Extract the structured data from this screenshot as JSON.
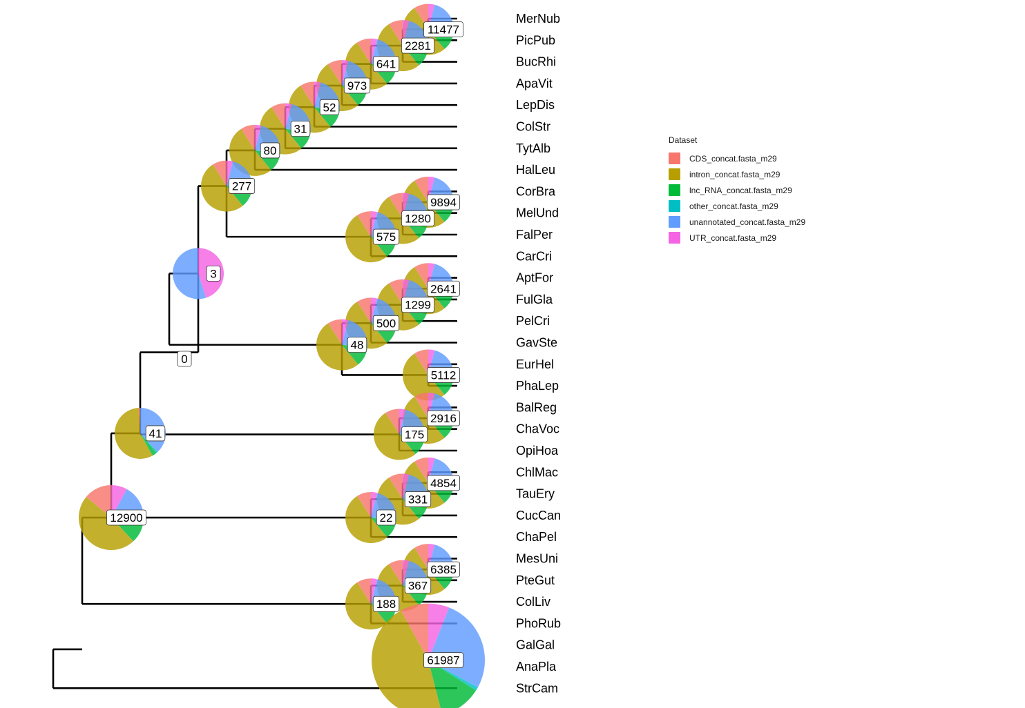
{
  "legend": {
    "title": "Dataset",
    "items": [
      {
        "label": "CDS_concat.fasta_m29",
        "color": "#F8766D"
      },
      {
        "label": "intron_concat.fasta_m29",
        "color": "#B79F00"
      },
      {
        "label": "lnc_RNA_concat.fasta_m29",
        "color": "#00BA38"
      },
      {
        "label": "other_concat.fasta_m29",
        "color": "#00BFC4"
      },
      {
        "label": "unannotated_concat.fasta_m29",
        "color": "#619CFF"
      },
      {
        "label": "UTR_concat.fasta_m29",
        "color": "#F564E3"
      }
    ]
  },
  "tips": [
    "MerNub",
    "PicPub",
    "BucRhi",
    "ApaVit",
    "LepDis",
    "ColStr",
    "TytAlb",
    "HalLeu",
    "CorBra",
    "MelUnd",
    "FalPer",
    "CarCri",
    "AptFor",
    "FulGla",
    "PelCri",
    "GavSte",
    "EurHel",
    "PhaLep",
    "BalReg",
    "ChaVoc",
    "OpiHoa",
    "ChlMac",
    "TauEry",
    "CucCan",
    "ChaPel",
    "MesUni",
    "PteGut",
    "ColLiv",
    "PhoRub",
    "GalGal",
    "AnaPla",
    "StrCam"
  ],
  "node_labels": {
    "n1": "11477",
    "n2": "2281",
    "n3": "641",
    "n4": "973",
    "n5": "52",
    "n6": "31",
    "n7": "80",
    "n8": "277",
    "n9": "9894",
    "n10": "1280",
    "n11": "575",
    "n12": "3",
    "n13": "2641",
    "n14": "1299",
    "n15": "500",
    "n16": "48",
    "n17": "5112",
    "n18": "0",
    "n19": "2916",
    "n20": "175",
    "n21": "41",
    "n22": "4854",
    "n23": "331",
    "n24": "22",
    "n25": "12900",
    "n26": "6385",
    "n27": "367",
    "n28": "188",
    "n29": "61987"
  },
  "pie_fractions_order": [
    "CDS",
    "intron",
    "lnc_RNA",
    "other",
    "unannotated",
    "UTR"
  ],
  "pie_fractions": {
    "typical": [
      0.09,
      0.52,
      0.12,
      0.01,
      0.22,
      0.04
    ],
    "n12": [
      0.0,
      0.0,
      0.0,
      0.0,
      0.55,
      0.45
    ],
    "n25": [
      0.14,
      0.48,
      0.1,
      0.01,
      0.19,
      0.08
    ],
    "n21": [
      0.01,
      0.57,
      0.03,
      0.01,
      0.38,
      0.0
    ],
    "n29": [
      0.08,
      0.46,
      0.12,
      0.01,
      0.27,
      0.06
    ]
  }
}
